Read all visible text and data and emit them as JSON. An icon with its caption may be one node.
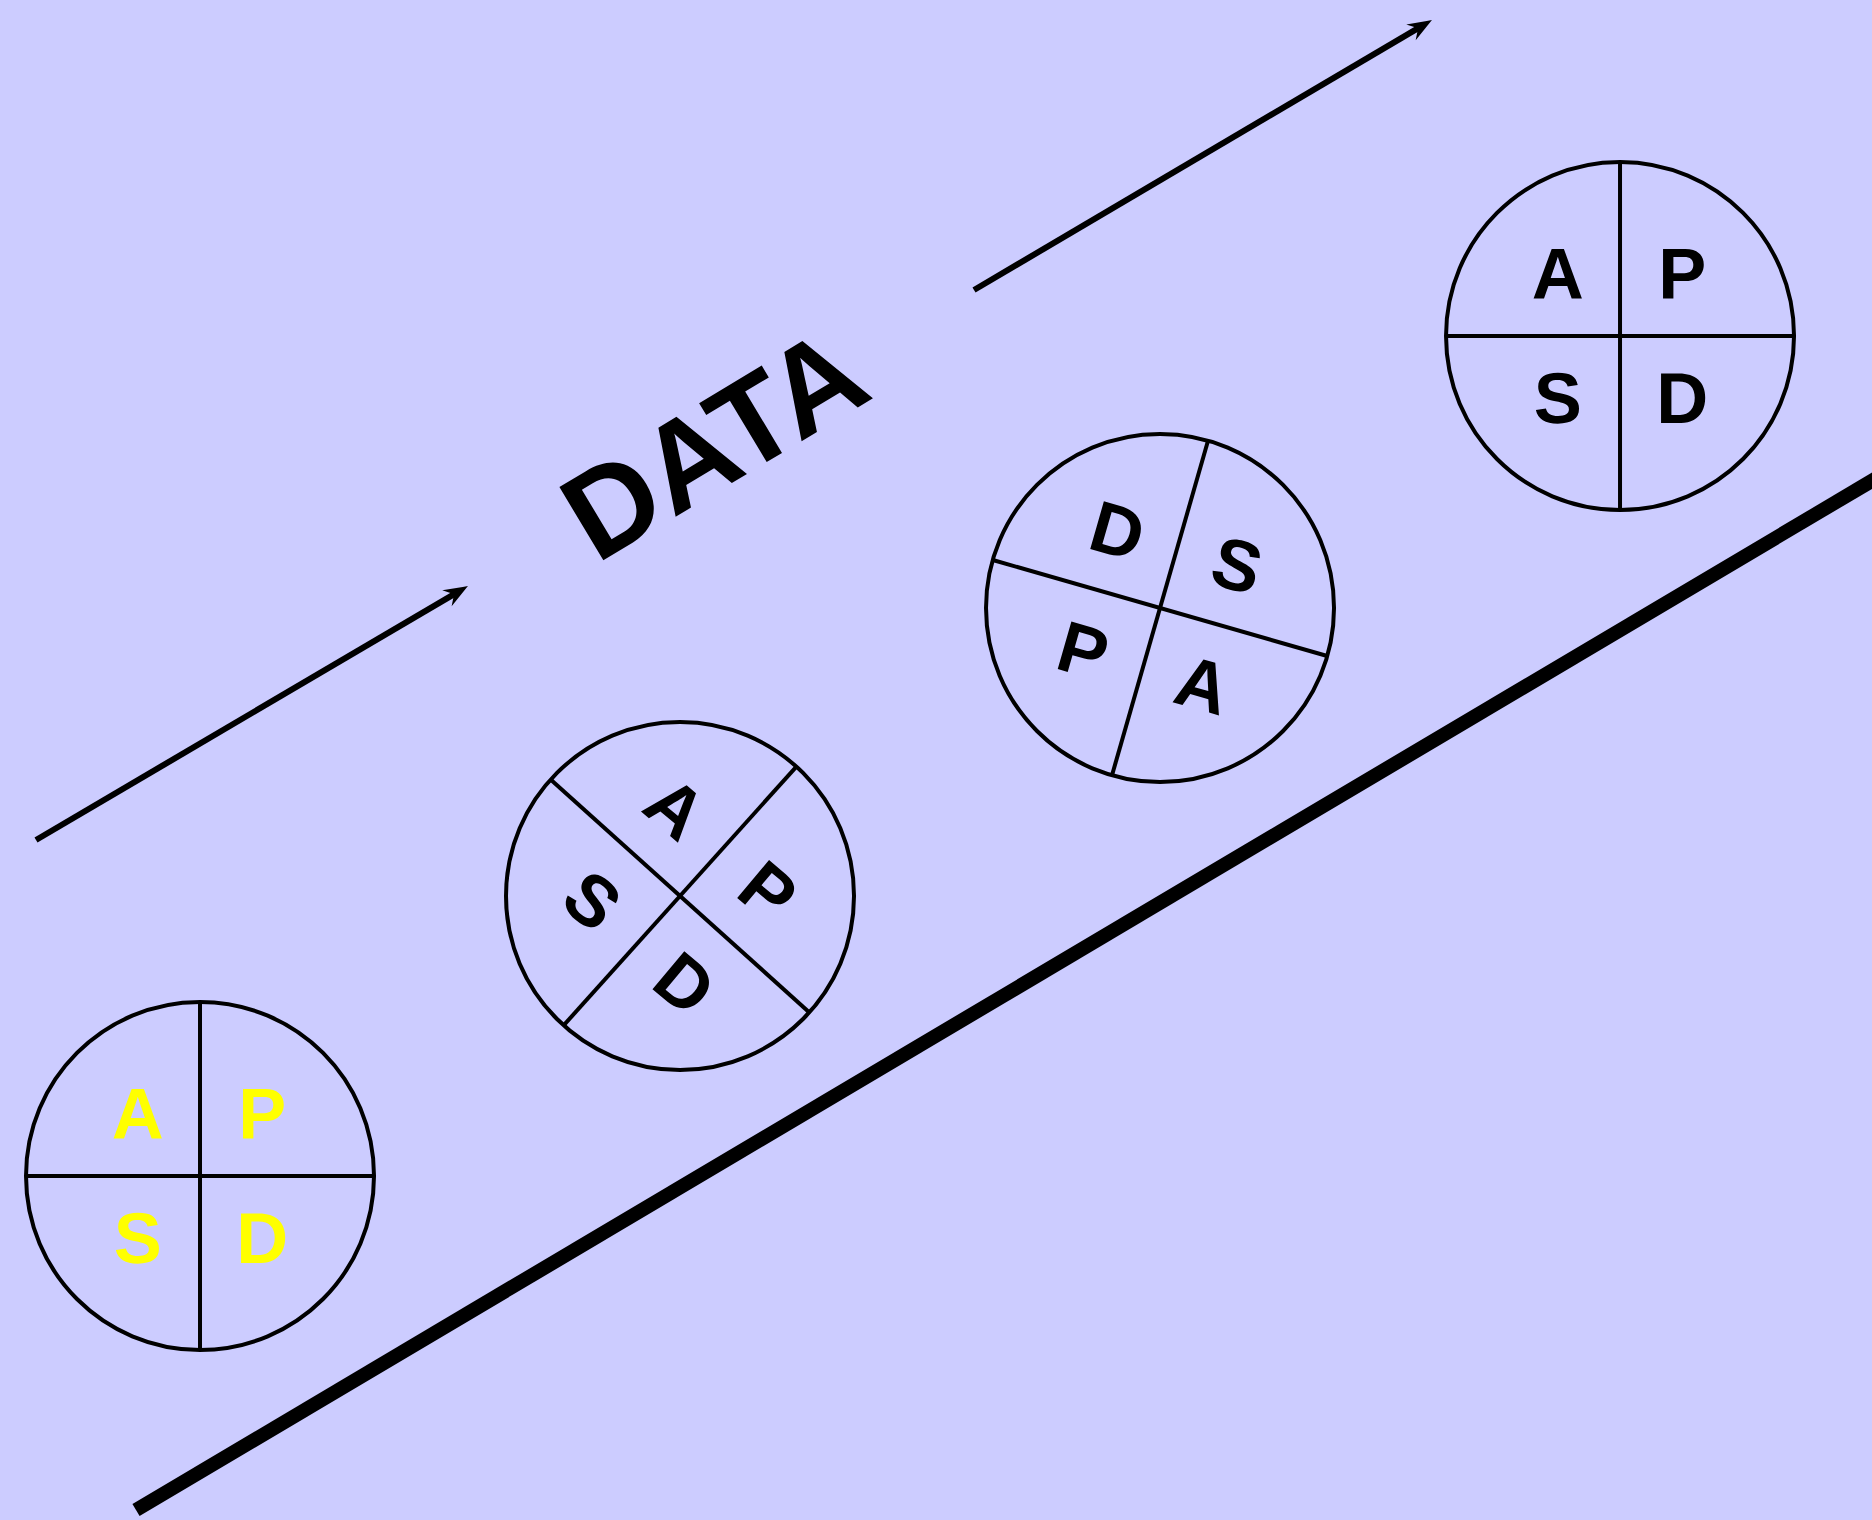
{
  "diagram": {
    "nodes": [
      {
        "text": [
          "A",
          "P",
          "S",
          "D"
        ]
      },
      {
        "text": [
          "A",
          "P",
          "S",
          "D"
        ]
      },
      {
        "text": [
          "D",
          "S",
          "P",
          "A"
        ]
      },
      {
        "text": [
          "A",
          "P",
          "S",
          "D"
        ]
      }
    ],
    "labels": [
      "DATA"
    ]
  }
}
